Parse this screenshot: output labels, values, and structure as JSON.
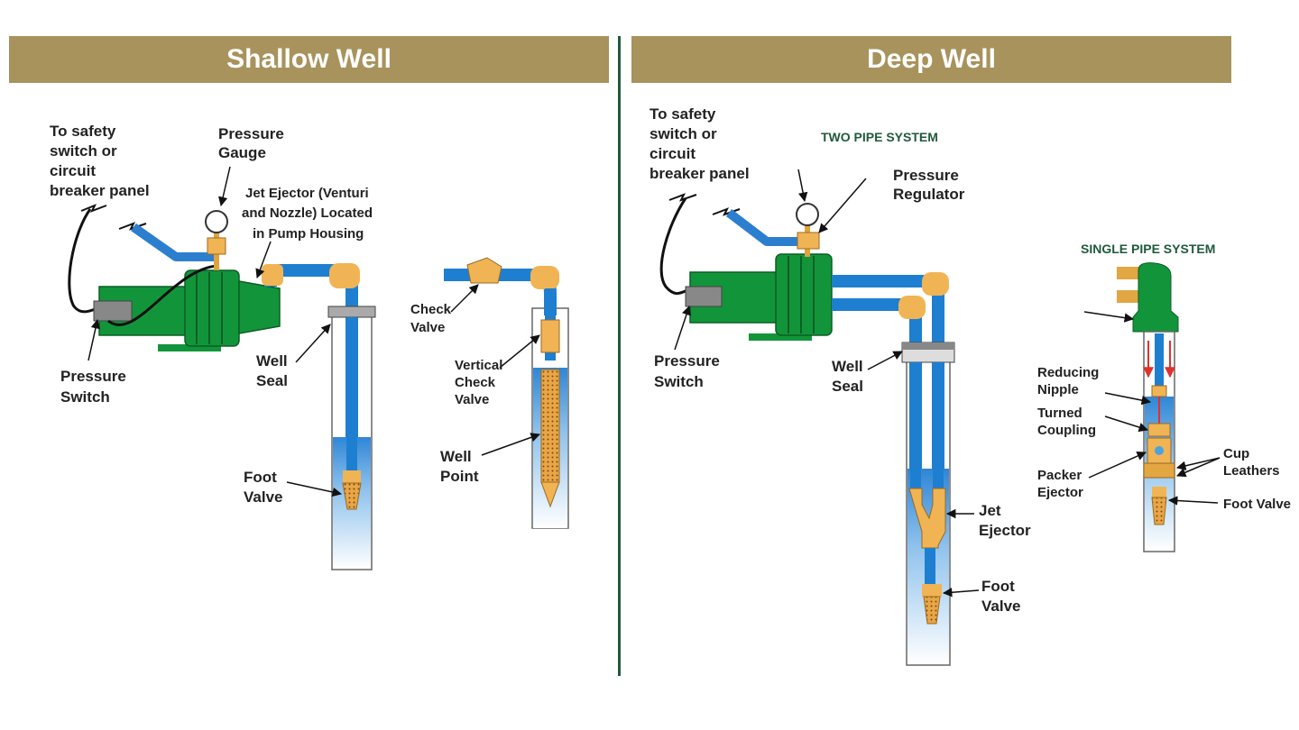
{
  "shallow": {
    "title": "Shallow Well",
    "labels": {
      "safety_1": "To safety",
      "safety_2": "switch or",
      "safety_3": "circuit",
      "safety_4": "breaker panel",
      "gauge_1": "Pressure",
      "gauge_2": "Gauge",
      "jet_1": "Jet Ejector (Venturi",
      "jet_2": "and Nozzle) Located",
      "jet_3": "in Pump Housing",
      "pswitch_1": "Pressure",
      "pswitch_2": "Switch",
      "seal_1": "Well",
      "seal_2": "Seal",
      "foot_1": "Foot",
      "foot_2": "Valve",
      "check_1": "Check",
      "check_2": "Valve",
      "vcheck_1": "Vertical",
      "vcheck_2": "Check",
      "vcheck_3": "Valve",
      "point_1": "Well",
      "point_2": "Point"
    }
  },
  "deep": {
    "title": "Deep Well",
    "two_pipe": "TWO PIPE SYSTEM",
    "single_pipe": "SINGLE PIPE SYSTEM",
    "labels": {
      "safety_1": "To safety",
      "safety_2": "switch or",
      "safety_3": "circuit",
      "safety_4": "breaker panel",
      "regulator_1": "Pressure",
      "regulator_2": "Regulator",
      "pswitch_1": "Pressure",
      "pswitch_2": "Switch",
      "seal_1": "Well",
      "seal_2": "Seal",
      "jet_1": "Jet",
      "jet_2": "Ejector",
      "foot_1": "Foot",
      "foot_2": "Valve",
      "reducing_1": "Reducing",
      "reducing_2": "Nipple",
      "turned_1": "Turned",
      "turned_2": "Coupling",
      "packer_1": "Packer",
      "packer_2": "Ejector",
      "cup_1": "Cup",
      "cup_2": "Leathers",
      "foot_single": "Foot Valve"
    }
  },
  "colors": {
    "banner": "#a8935c",
    "divider": "#1f5a3a",
    "pump": "#12953a",
    "pipe": "#1e7fd0",
    "brass": "#f0b454",
    "water": "#9ccbef"
  }
}
